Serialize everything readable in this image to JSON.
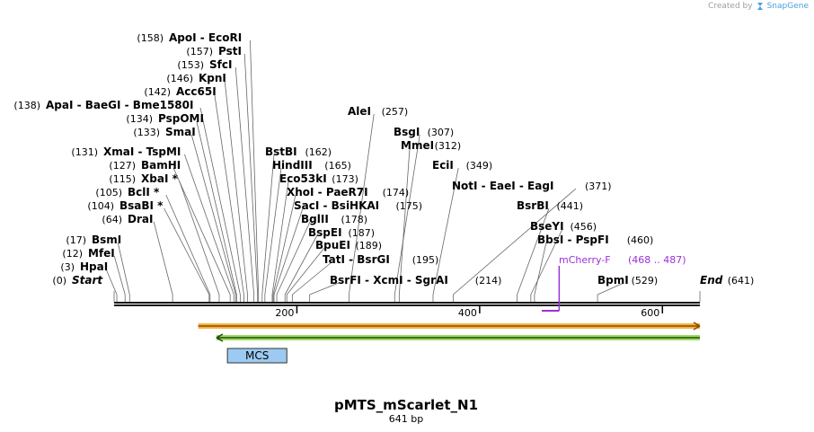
{
  "credit": {
    "prefix": "Created by",
    "brand": "SnapGene",
    "brand_color": "#4a9fd8"
  },
  "sequence": {
    "name": "pMTS_mScarlet_N1",
    "length_label": "641 bp",
    "length": 641
  },
  "axis": {
    "ticks": [
      200,
      400,
      600
    ]
  },
  "sites": [
    {
      "position": 0,
      "pos_label": "(0)",
      "label": "Start",
      "italic": true
    },
    {
      "position": 3,
      "pos_label": "(3)",
      "label": "HpaI"
    },
    {
      "position": 12,
      "pos_label": "(12)",
      "label": "MfeI"
    },
    {
      "position": 17,
      "pos_label": "(17)",
      "label": "BsmI"
    },
    {
      "position": 64,
      "pos_label": "(64)",
      "label": "DraI"
    },
    {
      "position": 104,
      "pos_label": "(104)",
      "label": "BsaBI *"
    },
    {
      "position": 105,
      "pos_label": "(105)",
      "label": "BclI *"
    },
    {
      "position": 115,
      "pos_label": "(115)",
      "label": "XbaI *"
    },
    {
      "position": 127,
      "pos_label": "(127)",
      "label": "BamHI"
    },
    {
      "position": 131,
      "pos_label": "(131)",
      "label": "XmaI  - TspMI"
    },
    {
      "position": 133,
      "pos_label": "(133)",
      "label": "SmaI"
    },
    {
      "position": 134,
      "pos_label": "(134)",
      "label": "PspOMI"
    },
    {
      "position": 138,
      "pos_label": "(138)",
      "label": "ApaI  - BaeGI  - Bme1580I"
    },
    {
      "position": 142,
      "pos_label": "(142)",
      "label": "Acc65I"
    },
    {
      "position": 146,
      "pos_label": "(146)",
      "label": "KpnI"
    },
    {
      "position": 153,
      "pos_label": "(153)",
      "label": "SfcI"
    },
    {
      "position": 157,
      "pos_label": "(157)",
      "label": "PstI"
    },
    {
      "position": 158,
      "pos_label": "(158)",
      "label": "ApoI  - EcoRI"
    },
    {
      "position": 162,
      "pos_label": "(162)",
      "label": "BstBI"
    },
    {
      "position": 165,
      "pos_label": "(165)",
      "label": "HindIII"
    },
    {
      "position": 173,
      "pos_label": "(173)",
      "label": "Eco53kI"
    },
    {
      "position": 174,
      "pos_label": "(174)",
      "label": "XhoI  - PaeR7I"
    },
    {
      "position": 175,
      "pos_label": "(175)",
      "label": "SacI  - BsiHKAI"
    },
    {
      "position": 178,
      "pos_label": "(178)",
      "label": "BglII"
    },
    {
      "position": 187,
      "pos_label": "(187)",
      "label": "BspEI"
    },
    {
      "position": 189,
      "pos_label": "(189)",
      "label": "BpuEI"
    },
    {
      "position": 195,
      "pos_label": "(195)",
      "label": "TatI  - BsrGI"
    },
    {
      "position": 214,
      "pos_label": "(214)",
      "label": "BsrFI  - XcmI  - SgrAI"
    },
    {
      "position": 257,
      "pos_label": "(257)",
      "label": "AleI"
    },
    {
      "position": 307,
      "pos_label": "(307)",
      "label": "BsgI"
    },
    {
      "position": 312,
      "pos_label": "(312)",
      "label": "MmeI"
    },
    {
      "position": 349,
      "pos_label": "(349)",
      "label": "EciI"
    },
    {
      "position": 371,
      "pos_label": "(371)",
      "label": "NotI  - EaeI  - EagI"
    },
    {
      "position": 441,
      "pos_label": "(441)",
      "label": "BsrBI"
    },
    {
      "position": 456,
      "pos_label": "(456)",
      "label": "BseYI"
    },
    {
      "position": 460,
      "pos_label": "(460)",
      "label": "BbsI  - PspFI"
    },
    {
      "position": 529,
      "pos_label": "(529)",
      "label": "BpmI"
    },
    {
      "position": 641,
      "pos_label": "(641)",
      "label": "End",
      "italic": true
    }
  ],
  "primer": {
    "label": "mCherry-F",
    "range_label": "(468 .. 487)",
    "start": 468,
    "end": 487,
    "color": "#9b30d9"
  },
  "features": [
    {
      "name": "orange-arrow",
      "start": 92,
      "end": 641,
      "direction": "forward",
      "fill": "#f5a623",
      "line": "#8a4a00"
    },
    {
      "name": "green-arrow",
      "start": 112,
      "end": 641,
      "direction": "reverse",
      "fill": "#8fd14f",
      "line": "#1f4f00"
    }
  ],
  "mcs": {
    "label": "MCS",
    "start": 124,
    "end": 189,
    "fill": "#9ccaf2",
    "stroke": "#333333"
  }
}
